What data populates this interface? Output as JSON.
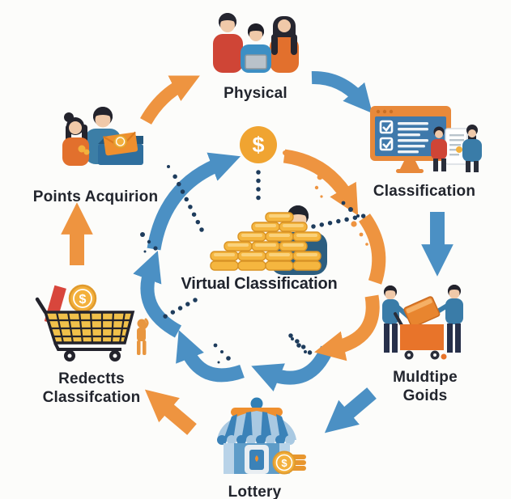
{
  "diagram": {
    "coin_symbol": "$",
    "center": {
      "label": "Virtual Classification",
      "icon": "coin-pyramid-person-icon"
    },
    "nodes": {
      "physical": {
        "label": "Physical",
        "icon": "people-group-icon"
      },
      "classification": {
        "label": "Classification",
        "icon": "checklist-monitor-icon"
      },
      "multiple_goods": {
        "line1": "Muldtipe",
        "line2": "Goids",
        "icon": "cart-loading-icon"
      },
      "lottery": {
        "label": "Lottery",
        "icon": "storefront-icon"
      },
      "redeem": {
        "line1": "Redectts",
        "line2": "Classifcation",
        "icon": "shopping-cart-coin-icon"
      },
      "points": {
        "label": "Points Acquirion",
        "icon": "couple-gift-box-icon"
      }
    },
    "flow": {
      "direction": "clockwise",
      "sequence": [
        "Physical",
        "Classification",
        "Muldtipe Goids",
        "Lottery",
        "Redectts Classifcation",
        "Points Acquirion"
      ],
      "arrows": [
        {
          "from": "Points Acquirion",
          "to": "Physical",
          "color": "orange"
        },
        {
          "from": "Physical",
          "to": "Classification",
          "color": "blue"
        },
        {
          "from": "Classification",
          "to": "Muldtipe Goids",
          "color": "blue"
        },
        {
          "from": "Muldtipe Goids",
          "to": "Lottery",
          "color": "blue"
        },
        {
          "from": "Lottery",
          "to": "Redectts Classifcation",
          "color": "orange"
        },
        {
          "from": "Redectts Classifcation",
          "to": "Points Acquirion",
          "color": "orange"
        }
      ]
    },
    "colors": {
      "blue": "#4b90c4",
      "orange": "#ee9440",
      "gold": "#f3ae3c",
      "text": "#22252d",
      "background": "#fcfcfa"
    }
  }
}
